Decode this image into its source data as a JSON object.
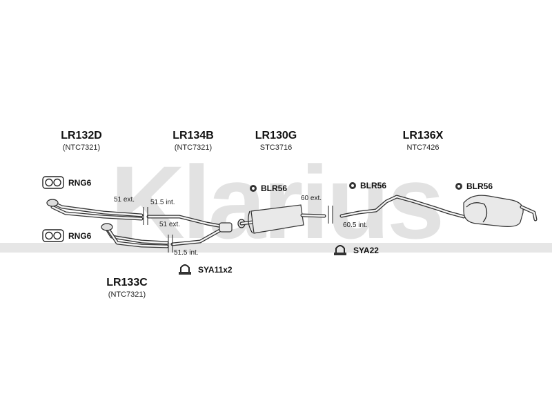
{
  "watermark": "Klarius",
  "parts": {
    "lr132d": {
      "code": "LR132D",
      "ref": "(NTC7321)"
    },
    "lr134b": {
      "code": "LR134B",
      "ref": "(NTC7321)"
    },
    "lr130g": {
      "code": "LR130G",
      "ref": "STC3716"
    },
    "lr136x": {
      "code": "LR136X",
      "ref": "NTC7426"
    },
    "lr133c": {
      "code": "LR133C",
      "ref": "(NTC7321)"
    }
  },
  "accessories": {
    "rng6_top": "RNG6",
    "rng6_bottom": "RNG6",
    "blr56_a": "BLR56",
    "blr56_b": "BLR56",
    "blr56_c": "BLR56",
    "sya11x2": "SYA11x2",
    "sya22": "SYA22"
  },
  "dimensions": {
    "d1": "51 ext.",
    "d2": "51.5 int.",
    "d3": "51 ext.",
    "d4": "51.5 int.",
    "d5": "60 ext.",
    "d6": "60.5 int."
  }
}
